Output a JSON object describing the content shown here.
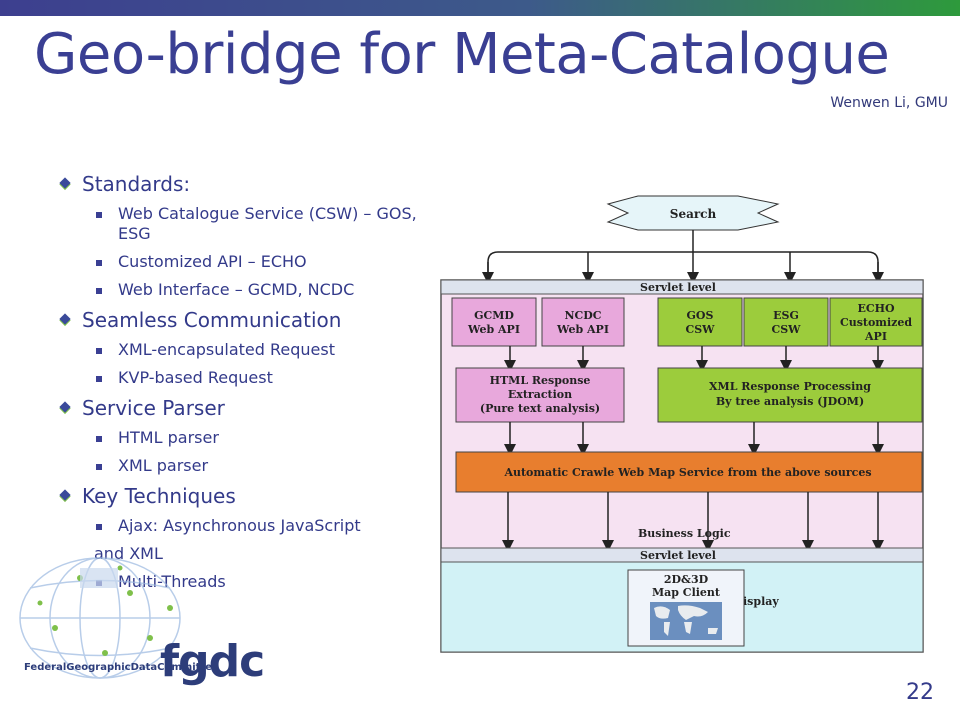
{
  "slide": {
    "title": "Geo-bridge for Meta-Catalogue",
    "author": "Wenwen Li, GMU",
    "page_number": "22"
  },
  "bullets": [
    {
      "level": 1,
      "text": "Standards:"
    },
    {
      "level": 2,
      "text": "Web Catalogue Service (CSW) – GOS, ESG"
    },
    {
      "level": 2,
      "text": "Customized API – ECHO"
    },
    {
      "level": 2,
      "text": "Web Interface – GCMD, NCDC"
    },
    {
      "level": 1,
      "text": "Seamless Communication"
    },
    {
      "level": 2,
      "text": "XML-encapsulated Request"
    },
    {
      "level": 2,
      "text": "KVP-based Request"
    },
    {
      "level": 1,
      "text": "Service Parser"
    },
    {
      "level": 2,
      "text": "HTML parser"
    },
    {
      "level": 2,
      "text": "XML parser"
    },
    {
      "level": 1,
      "text": "Key Techniques"
    },
    {
      "level": 2,
      "text": "Ajax: Asynchronous JavaScript"
    },
    {
      "level": 0,
      "text": "and XML"
    },
    {
      "level": 2,
      "text": "Multi-Threads"
    }
  ],
  "logo": {
    "org_text": "FederalGeographicDataCommittee",
    "mark": "fgdc"
  },
  "diagram": {
    "search": "Search",
    "servlet_top": "Servlet level",
    "sources": [
      {
        "line1": "GCMD",
        "line2": "Web API",
        "line3": ""
      },
      {
        "line1": "NCDC",
        "line2": "Web API",
        "line3": ""
      },
      {
        "line1": "GOS",
        "line2": "CSW",
        "line3": ""
      },
      {
        "line1": "ESG",
        "line2": "CSW",
        "line3": ""
      },
      {
        "line1": "ECHO",
        "line2": "Customized",
        "line3": "API"
      }
    ],
    "html_proc": [
      "HTML Response",
      "Extraction",
      "(Pure text analysis)"
    ],
    "xml_proc": [
      "XML Response Processing",
      "By tree analysis (JDOM)"
    ],
    "crawl": "Automatic Crawle Web Map Service from the above sources",
    "business": "Business Logic",
    "servlet_bottom": "Servlet level",
    "map_client": [
      "2D&3D",
      "Map Client"
    ],
    "display_fragment": "isplay",
    "colors": {
      "pink_box": "#e8a8dc",
      "green_box": "#9ccc3c",
      "orange_bar": "#e87e2e",
      "pink_bg": "#f6e2f2",
      "cyan_bg": "#d2f2f6",
      "servlet_bar": "#dde3ee"
    }
  }
}
